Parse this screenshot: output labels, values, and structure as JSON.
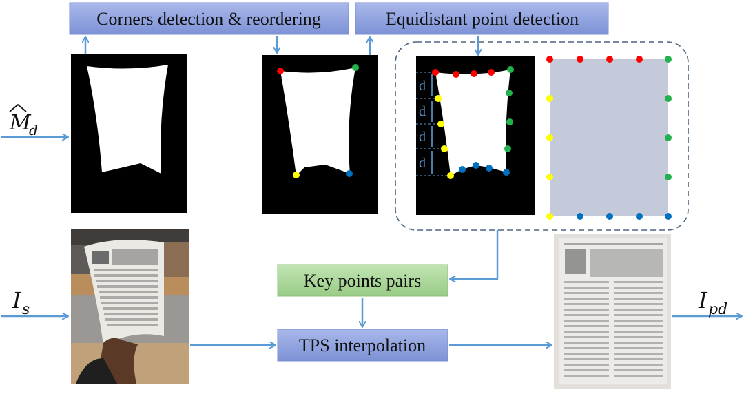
{
  "boxes": {
    "corners": "Corners detection & reordering",
    "equidistant": "Equidistant point detection",
    "keypoints": "Key points pairs",
    "tps": "TPS interpolation"
  },
  "labels": {
    "mask_input": "M",
    "mask_sub": "d",
    "source_input": "I",
    "source_sub": "s",
    "output": "I",
    "output_sub": "pd",
    "spacing": "d"
  },
  "colors": {
    "arrow": "#5b9bd5",
    "box_blue": "#8ea2e0",
    "box_green": "#a9d69a",
    "corner_red": "#ff0000",
    "point_green": "#22b14c",
    "point_yellow": "#ffff00",
    "point_blue": "#0070c0",
    "target_fill": "#c4cad9"
  }
}
